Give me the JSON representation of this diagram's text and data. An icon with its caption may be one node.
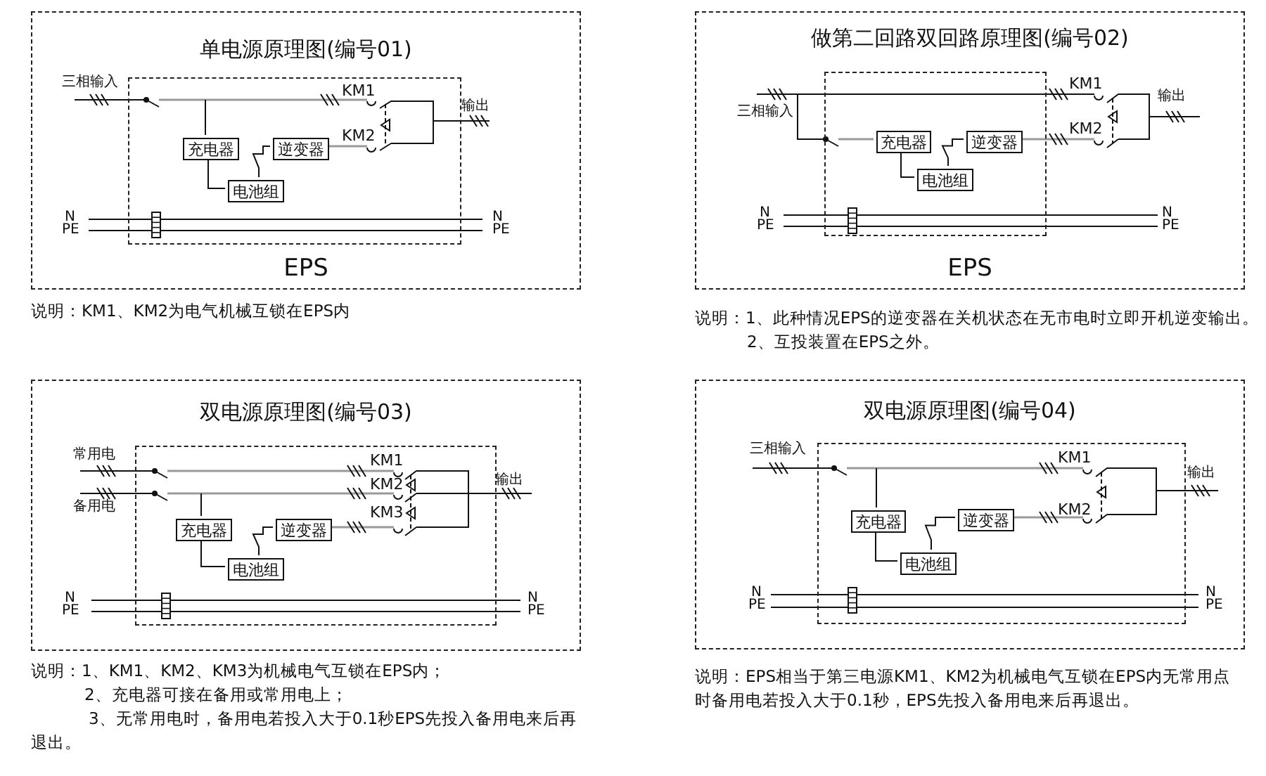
{
  "diagram": {
    "nodes": [
      {
        "text": [
          "单电源原理图(编号01)",
          "EPS"
        ]
      },
      {
        "text": [],
        "shape": "box",
        "in": 0
      },
      {
        "text": [
          "充电器"
        ],
        "in": 1
      },
      {
        "text": [
          "逆变器"
        ],
        "in": 1
      },
      {
        "text": [
          "电池组"
        ],
        "in": 1
      },
      {
        "text": [
          "做第二回路双回路原理图(编号02)",
          "EPS"
        ]
      },
      {
        "text": [],
        "shape": "box",
        "in": 5
      },
      {
        "text": [
          "充电器"
        ],
        "in": 6
      },
      {
        "text": [
          "逆变器"
        ],
        "in": 6
      },
      {
        "text": [
          "电池组"
        ],
        "in": 6
      },
      {
        "text": [
          "双电源原理图(编号03)"
        ]
      },
      {
        "text": [],
        "shape": "box",
        "in": 10
      },
      {
        "text": [
          "充电器"
        ],
        "in": 11
      },
      {
        "text": [
          "逆变器"
        ],
        "in": 11
      },
      {
        "text": [
          "电池组"
        ],
        "in": 11
      },
      {
        "text": [
          "双电源原理图(编号04)"
        ]
      },
      {
        "text": [],
        "shape": "box",
        "in": 15
      },
      {
        "text": [
          "充电器"
        ],
        "in": 16
      },
      {
        "text": [
          "逆变器"
        ],
        "in": 16
      },
      {
        "text": [
          "电池组"
        ],
        "in": 16
      }
    ],
    "edges": [
      {
        "from": 2,
        "to": 4,
        "arrow": "none"
      },
      {
        "from": 4,
        "to": 3,
        "arrow": "none"
      },
      {
        "from": 7,
        "to": 9,
        "arrow": "none"
      },
      {
        "from": 9,
        "to": 8,
        "arrow": "none"
      },
      {
        "from": 12,
        "to": 14,
        "arrow": "none"
      },
      {
        "from": 14,
        "to": 13,
        "arrow": "none"
      },
      {
        "from": 17,
        "to": 19,
        "arrow": "none"
      },
      {
        "from": 19,
        "to": 18,
        "arrow": "none"
      }
    ],
    "labels": [
      "三相输入",
      "KM1",
      "输出",
      "KM2",
      "N",
      "N",
      "PE",
      "PE",
      "说明：KM1、KM2为电气机械互锁在EPS内",
      "KM1",
      "输出",
      "三相输入",
      "KM2",
      "N",
      "N",
      "PE",
      "PE",
      "说明：1、此种情况EPS的逆变器在关机状态在无市电时立即开机逆变输出。",
      "2、互投装置在EPS之外。",
      "常用电",
      "KM1",
      "KM2",
      "输出",
      "备用电",
      "KM3",
      "N",
      "N",
      "PE",
      "PE",
      "说明：1、KM1、KM2、KM3为机械电气互锁在EPS内；",
      "2、充电器可接在备用或常用电上；",
      "3、无常用电时，备用电若投入大于0.1秒EPS先投入备用电来后再退出。",
      "三相输入",
      "KM1",
      "输出",
      "KM2",
      "N",
      "N",
      "PE",
      "PE",
      "说明：EPS相当于第三电源KM1、KM2为机械电气互锁在EPS内无常用点时备用电若投入大于0.1秒，EPS先投入备用电来后再退出。"
    ]
  }
}
